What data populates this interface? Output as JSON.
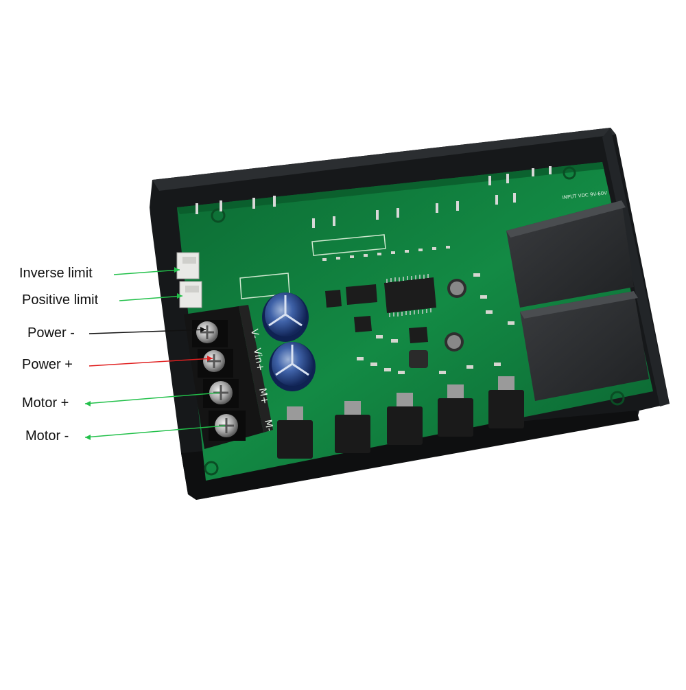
{
  "photo": {
    "callouts": [
      {
        "id": "inverse-limit",
        "text": "Inverse limit",
        "color": "#22c04a"
      },
      {
        "id": "positive-limit",
        "text": "Positive limit",
        "color": "#22c04a"
      },
      {
        "id": "power-minus",
        "text": "Power -",
        "color": "#111111"
      },
      {
        "id": "power-plus",
        "text": "Power +",
        "color": "#e02020"
      },
      {
        "id": "motor-plus",
        "text": "Motor +",
        "color": "#22c04a"
      },
      {
        "id": "motor-minus",
        "text": "Motor -",
        "color": "#22c04a"
      }
    ],
    "terminal_silkscreen": [
      "V-",
      "Vin+",
      "M+",
      "M-"
    ],
    "input_marking": "INPUT VDC 9V-60V",
    "colors": {
      "enclosure": "#1b1d1f",
      "pcb": "#0f7a3c",
      "pcb_dark": "#0a5a2a",
      "relay": "#2a2c2e",
      "terminal_block": "#151515",
      "capacitor": "#1d3f8a"
    }
  }
}
